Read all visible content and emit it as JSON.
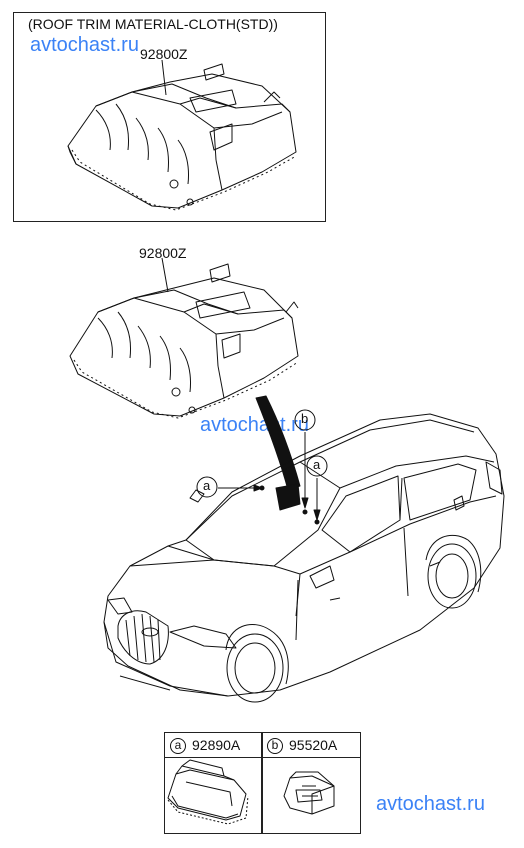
{
  "top_box": {
    "caption": "(ROOF TRIM MATERIAL-CLOTH(STD))",
    "part_number": "92800Z"
  },
  "middle": {
    "part_number": "92800Z"
  },
  "callouts": {
    "a": "a",
    "b": "b"
  },
  "legend": [
    {
      "key": "a",
      "part": "92890A"
    },
    {
      "key": "b",
      "part": "95520A"
    }
  ],
  "watermarks": [
    "avtochast.ru",
    "avtochast.ru",
    "avtochast.ru"
  ]
}
